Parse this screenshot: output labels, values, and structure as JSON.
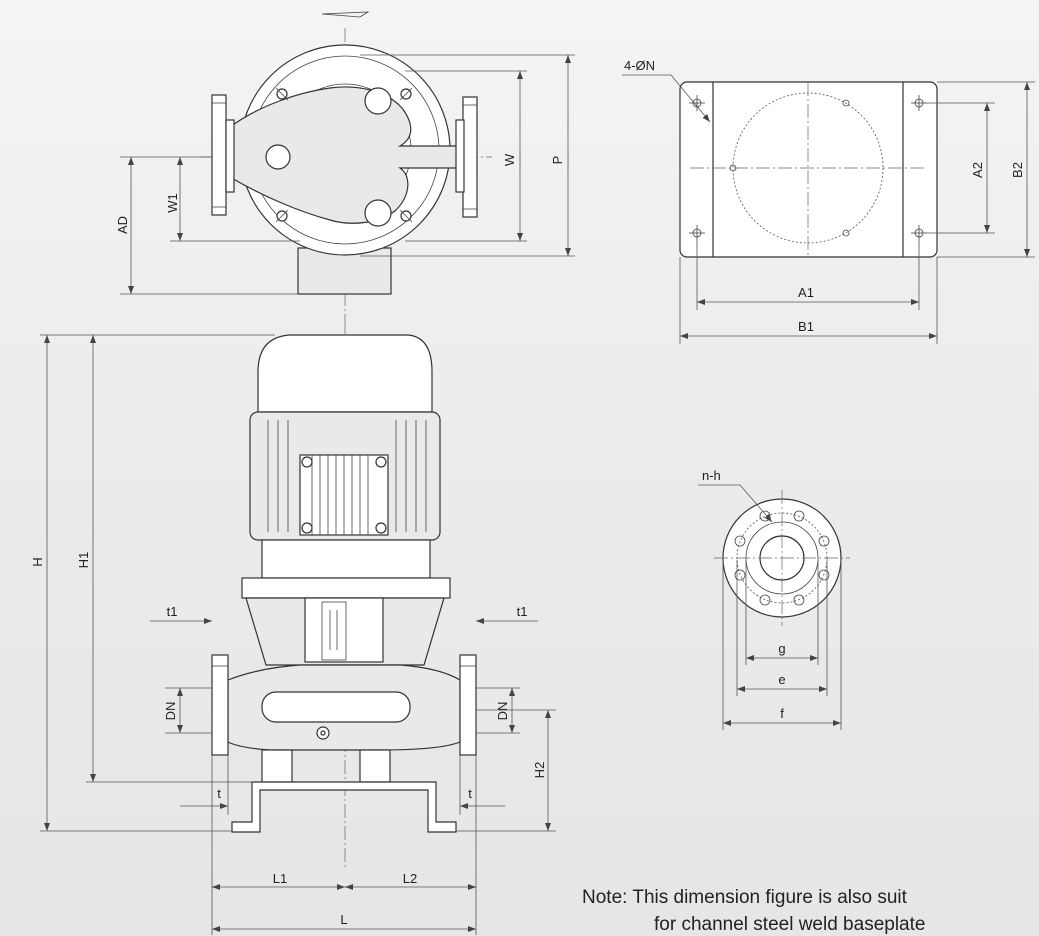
{
  "labels": {
    "top_view": {
      "W": "W",
      "P": "P",
      "W1": "W1",
      "AD": "AD"
    },
    "front_view": {
      "H": "H",
      "H1": "H1",
      "H2": "H2",
      "t1_left": "t1",
      "t1_right": "t1",
      "DN_left": "DN",
      "DN_right": "DN",
      "t_left": "t",
      "t_right": "t",
      "L1": "L1",
      "L2": "L2",
      "L": "L"
    },
    "baseplate": {
      "holes": "4-ØN",
      "A1": "A1",
      "B1": "B1",
      "A2": "A2",
      "B2": "B2"
    },
    "flange": {
      "holes": "n-h",
      "g": "g",
      "e": "e",
      "f": "f"
    }
  },
  "note": {
    "line1": "Note: This dimension figure is also suit",
    "line2": "for channel steel weld baseplate"
  }
}
